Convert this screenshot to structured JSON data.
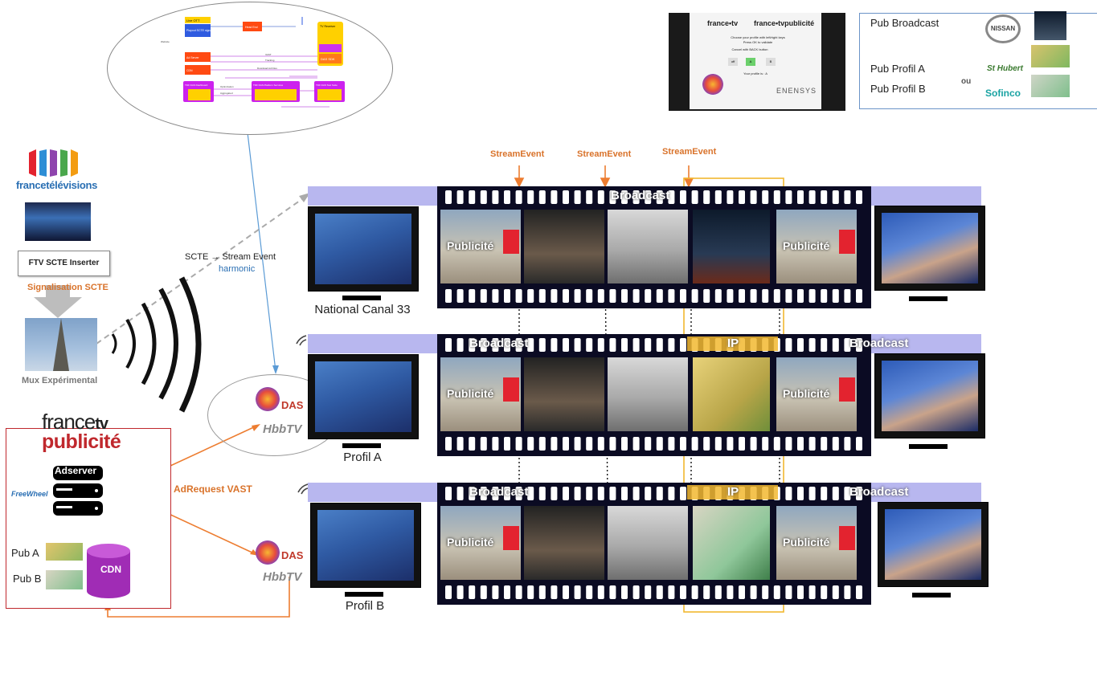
{
  "left": {
    "broadcaster_logo": "francetélévisions",
    "inserter_label": "FTV SCTE Inserter",
    "signal_label": "Signalisation SCTE",
    "mux_label": "Mux Expérimental",
    "adserver_label": "Adserver",
    "freewheel_label": "FreeWheel",
    "cdn_label": "CDN",
    "pub_a_label": "Pub  A",
    "pub_b_label": "Pub B",
    "ftv_pub_line1": "france",
    "ftv_pub_line1b": "tv",
    "ftv_pub_line2": "publicité"
  },
  "middle": {
    "scte_label": "SCTE → Stream Event",
    "harmonic_label": "harmonic",
    "das_label": "DAS",
    "hbbtv_label": "HbbTV",
    "adrequest_label": "AdRequest VAST"
  },
  "stream_events": [
    "StreamEvent",
    "StreamEvent",
    "StreamEvent"
  ],
  "rows": [
    {
      "label": "National Canal 33",
      "band": [
        "Broadcast"
      ],
      "frames": [
        "Publicité",
        "",
        "",
        "",
        "Publicité"
      ]
    },
    {
      "label": "Profil A",
      "band": [
        "Broadcast",
        "IP",
        "Broadcast"
      ],
      "frames": [
        "Publicité",
        "",
        "",
        "",
        "Publicité"
      ]
    },
    {
      "label": "Profil B",
      "band": [
        "Broadcast",
        "IP",
        "Broadcast"
      ],
      "frames": [
        "Publicité",
        "",
        "",
        "",
        "Publicité"
      ]
    }
  ],
  "legend": {
    "broadcast": "Pub Broadcast",
    "profil_a": "Pub Profil A",
    "profil_b": "Pub Profil B",
    "ou": "ou",
    "brand1": "NISSAN",
    "brand2": "St Hubert",
    "brand3": "Sofinco"
  },
  "tv_menu": {
    "brand_left": "france•tv",
    "brand_right": "france•tvpublicité",
    "line1": "Choose your profile with left/right keys",
    "line2": "Press OK to validate",
    "line3": "Cancel with BACK button",
    "opt_off": "off",
    "opt_a": "A",
    "opt_b": "B",
    "line4": "Your profile is : A",
    "enensys": "ENENSYS"
  },
  "diagram": {
    "nodes": [
      "Live OTT",
      "Playout SCTE signaling",
      "Head End",
      "TV Receiver",
      "Ad Server",
      "CDN",
      "DAS SDK",
      "TDF DAS Dashboard",
      "TDF DAS Platform Services",
      "TDF DAS Test Suite"
    ],
    "links": [
      "Website",
      "VAST",
      "Tracking",
      "Download Ad Files",
      "Optimization",
      "Aggregated"
    ]
  },
  "colors": {
    "accent_orange": "#d9732b",
    "film_band": "#b8b7ef",
    "film_dark": "#0b0b23",
    "ftv_red": "#c0282d",
    "ip_highlight": "#f2b830",
    "arrow_blue": "#5b9bd5"
  }
}
